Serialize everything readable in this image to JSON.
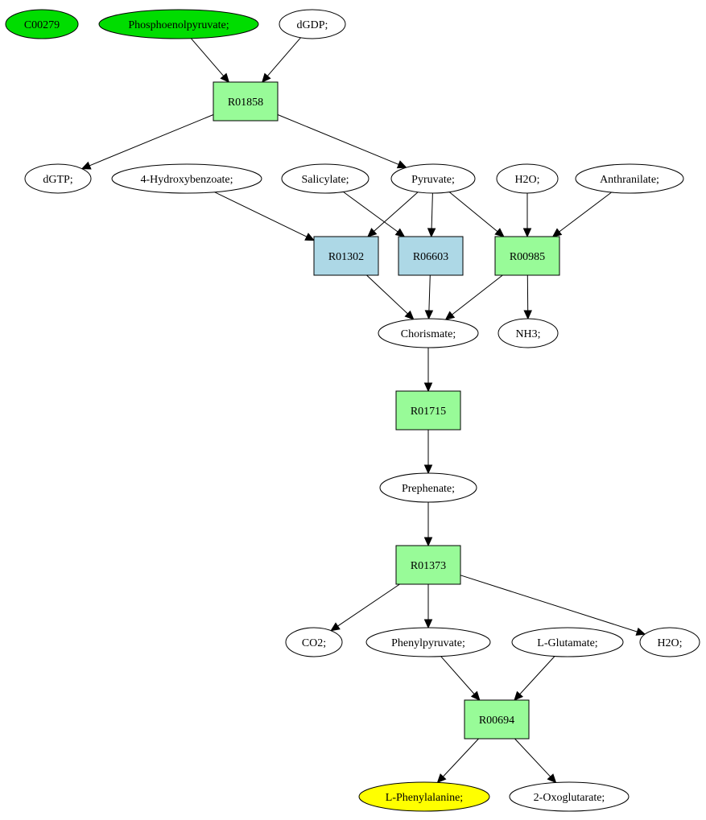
{
  "diagram": {
    "colors": {
      "green_highlight": "#00dd00",
      "yellow_highlight": "#ffff00",
      "reaction_green": "#98fb98",
      "reaction_blue": "#add8e6",
      "compound_default": "#ffffff",
      "stroke": "#000000"
    },
    "nodes": [
      {
        "id": "c00279",
        "label": "C00279",
        "shape": "ellipse",
        "fill": "green_highlight"
      },
      {
        "id": "phosphoenolpyruvate",
        "label": "Phosphoenolpyruvate;",
        "shape": "ellipse",
        "fill": "green_highlight"
      },
      {
        "id": "dgdp",
        "label": "dGDP;",
        "shape": "ellipse",
        "fill": "compound_default"
      },
      {
        "id": "r01858",
        "label": "R01858",
        "shape": "box",
        "fill": "reaction_green"
      },
      {
        "id": "dgtp",
        "label": "dGTP;",
        "shape": "ellipse",
        "fill": "compound_default"
      },
      {
        "id": "hydroxybenzoate",
        "label": "4-Hydroxybenzoate;",
        "shape": "ellipse",
        "fill": "compound_default"
      },
      {
        "id": "salicylate",
        "label": "Salicylate;",
        "shape": "ellipse",
        "fill": "compound_default"
      },
      {
        "id": "pyruvate",
        "label": "Pyruvate;",
        "shape": "ellipse",
        "fill": "compound_default"
      },
      {
        "id": "h2o_top",
        "label": "H2O;",
        "shape": "ellipse",
        "fill": "compound_default"
      },
      {
        "id": "anthranilate",
        "label": "Anthranilate;",
        "shape": "ellipse",
        "fill": "compound_default"
      },
      {
        "id": "r01302",
        "label": "R01302",
        "shape": "box",
        "fill": "reaction_blue"
      },
      {
        "id": "r06603",
        "label": "R06603",
        "shape": "box",
        "fill": "reaction_blue"
      },
      {
        "id": "r00985",
        "label": "R00985",
        "shape": "box",
        "fill": "reaction_green"
      },
      {
        "id": "chorismate",
        "label": "Chorismate;",
        "shape": "ellipse",
        "fill": "compound_default"
      },
      {
        "id": "nh3",
        "label": "NH3;",
        "shape": "ellipse",
        "fill": "compound_default"
      },
      {
        "id": "r01715",
        "label": "R01715",
        "shape": "box",
        "fill": "reaction_green"
      },
      {
        "id": "prephenate",
        "label": "Prephenate;",
        "shape": "ellipse",
        "fill": "compound_default"
      },
      {
        "id": "r01373",
        "label": "R01373",
        "shape": "box",
        "fill": "reaction_green"
      },
      {
        "id": "co2",
        "label": "CO2;",
        "shape": "ellipse",
        "fill": "compound_default"
      },
      {
        "id": "phenylpyruvate",
        "label": "Phenylpyruvate;",
        "shape": "ellipse",
        "fill": "compound_default"
      },
      {
        "id": "glutamate",
        "label": "L-Glutamate;",
        "shape": "ellipse",
        "fill": "compound_default"
      },
      {
        "id": "h2o_bottom",
        "label": "H2O;",
        "shape": "ellipse",
        "fill": "compound_default"
      },
      {
        "id": "r00694",
        "label": "R00694",
        "shape": "box",
        "fill": "reaction_green"
      },
      {
        "id": "phenylalanine",
        "label": "L-Phenylalanine;",
        "shape": "ellipse",
        "fill": "yellow_highlight"
      },
      {
        "id": "oxoglutarate",
        "label": "2-Oxoglutarate;",
        "shape": "ellipse",
        "fill": "compound_default"
      }
    ],
    "edges": [
      {
        "from": "phosphoenolpyruvate",
        "to": "r01858"
      },
      {
        "from": "dgdp",
        "to": "r01858"
      },
      {
        "from": "r01858",
        "to": "dgtp"
      },
      {
        "from": "r01858",
        "to": "pyruvate"
      },
      {
        "from": "hydroxybenzoate",
        "to": "r01302"
      },
      {
        "from": "pyruvate",
        "to": "r01302"
      },
      {
        "from": "salicylate",
        "to": "r06603"
      },
      {
        "from": "pyruvate",
        "to": "r06603"
      },
      {
        "from": "pyruvate",
        "to": "r00985"
      },
      {
        "from": "h2o_top",
        "to": "r00985"
      },
      {
        "from": "anthranilate",
        "to": "r00985"
      },
      {
        "from": "r01302",
        "to": "chorismate"
      },
      {
        "from": "r06603",
        "to": "chorismate"
      },
      {
        "from": "r00985",
        "to": "chorismate"
      },
      {
        "from": "r00985",
        "to": "nh3"
      },
      {
        "from": "chorismate",
        "to": "r01715"
      },
      {
        "from": "r01715",
        "to": "prephenate"
      },
      {
        "from": "prephenate",
        "to": "r01373"
      },
      {
        "from": "r01373",
        "to": "co2"
      },
      {
        "from": "r01373",
        "to": "phenylpyruvate"
      },
      {
        "from": "r01373",
        "to": "h2o_bottom"
      },
      {
        "from": "phenylpyruvate",
        "to": "r00694"
      },
      {
        "from": "glutamate",
        "to": "r00694"
      },
      {
        "from": "r00694",
        "to": "phenylalanine"
      },
      {
        "from": "r00694",
        "to": "oxoglutarate"
      }
    ]
  }
}
